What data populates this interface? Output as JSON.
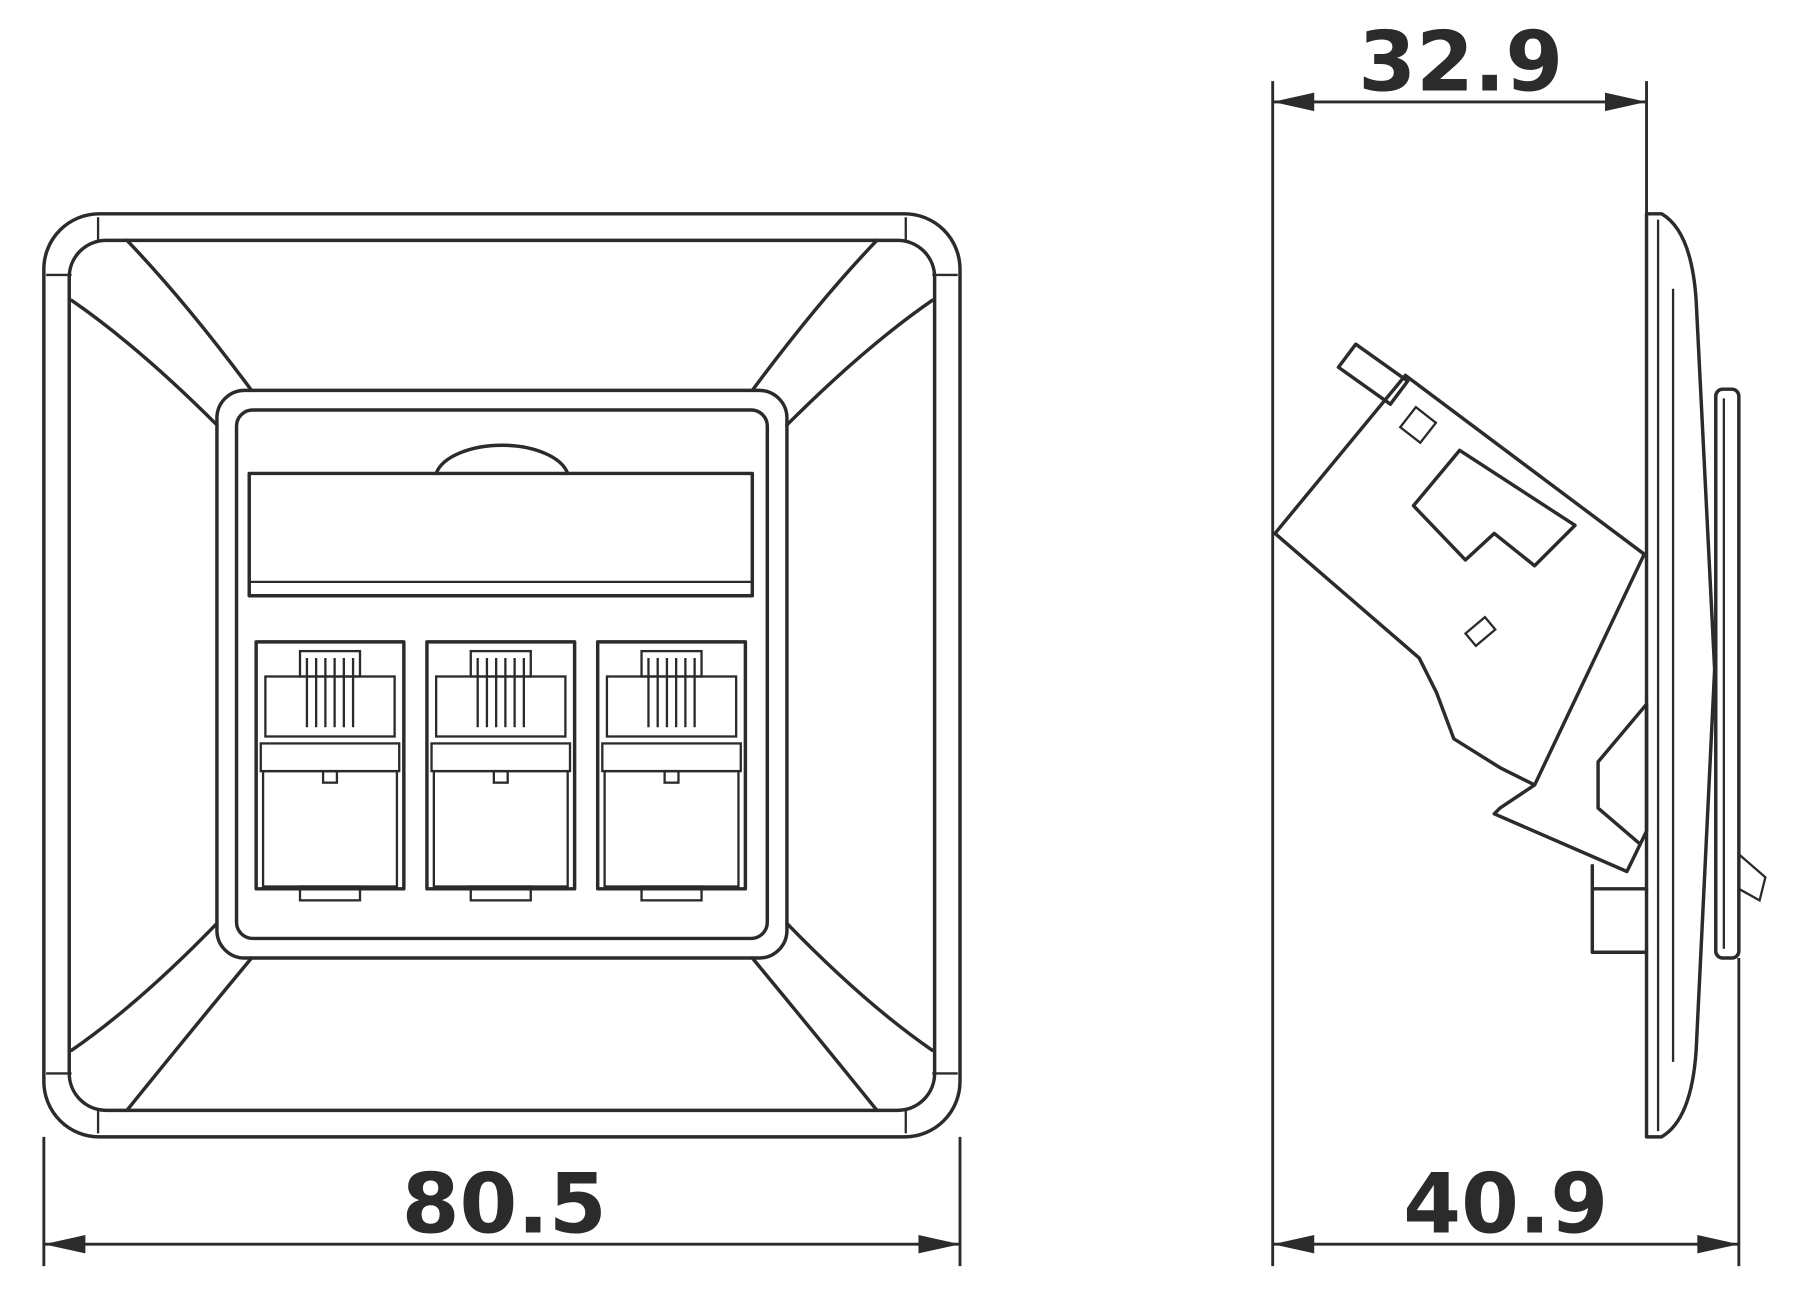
{
  "dimensions": {
    "front_width": "80.5",
    "side_top_depth": "32.9",
    "side_total_depth": "40.9"
  },
  "drawing": {
    "views": [
      "front-view",
      "side-view"
    ],
    "port_count": 3,
    "line_color": "#2b2b2b",
    "background": "#ffffff"
  }
}
